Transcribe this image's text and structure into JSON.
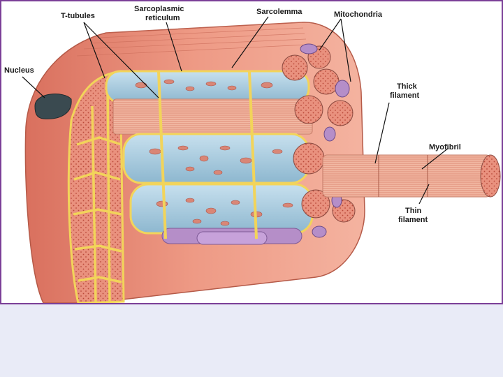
{
  "labels": {
    "t_tubules": "T-tubules",
    "sarcoplasmic_1": "Sarcoplasmic",
    "sarcoplasmic_2": "reticulum",
    "sarcolemma": "Sarcolemma",
    "mitochondria": "Mitochondria",
    "nucleus": "Nucleus",
    "thick_1": "Thick",
    "thick_2": "filament",
    "myofibril": "Myofibril",
    "thin_1": "Thin",
    "thin_2": "filament"
  },
  "colors": {
    "frame_border": "#7b3f98",
    "lower_panel": "#e9ebf7",
    "muscle_flesh": "#e88a78",
    "t_tubule_yellow": "#f2d45a",
    "reticulum_blue": "#9fc6dc",
    "mitochondria_purple": "#b58ec8",
    "nucleus_dark": "#3a4a50"
  }
}
